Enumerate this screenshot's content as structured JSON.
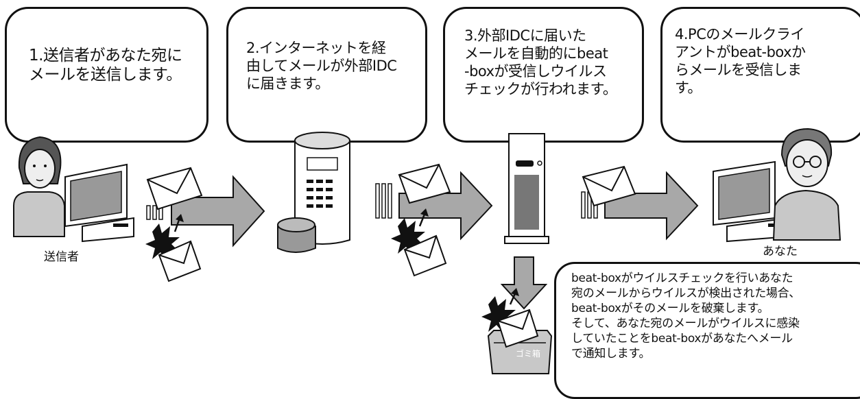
{
  "steps": [
    {
      "text": "1.送信者があなた宛に\nメールを送信します。"
    },
    {
      "text": "2.インターネットを経\n由してメールが外部IDC\nに届きます。"
    },
    {
      "text": "3.外部IDCに届いた\nメールを自動的にbeat\n-boxが受信しウイルス\nチェックが行われます。"
    },
    {
      "text": "4.PCのメールクライ\nアントがbeat-boxか\nらメールを受信しま\nす。"
    }
  ],
  "labels": {
    "sender": "送信者",
    "recipient": "あなた",
    "trash": "ゴミ箱"
  },
  "note": {
    "text": "beat-boxがウイルスチェックを行いあなた\n宛のメールからウイルスが検出された場合、\nbeat-boxがそのメールを破棄します。\nそして、あなた宛のメールがウイルスに感染\nしていたことをbeat-boxがあなたへメール\nで通知します。"
  },
  "colors": {
    "stroke": "#111111",
    "arrow_fill": "#a8a8a8",
    "person_fill": "#c8c8c8"
  },
  "icons": [
    "person-sender-icon",
    "computer-icon",
    "envelope-icon",
    "virus-envelope-icon",
    "internet-server-icon",
    "beat-box-server-icon",
    "person-recipient-icon",
    "trash-box-icon",
    "arrow-right-icon",
    "arrow-down-icon"
  ]
}
